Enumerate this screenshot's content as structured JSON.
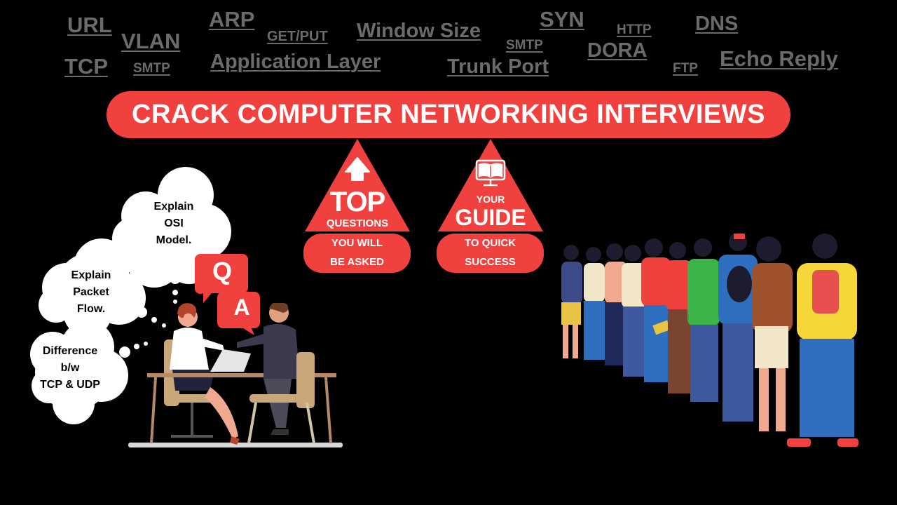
{
  "keywords": {
    "url": "URL",
    "vlan": "VLAN",
    "arp": "ARP",
    "get_put": "GET/PUT",
    "window_size": "Window Size",
    "syn": "SYN",
    "http": "HTTP",
    "dns": "DNS",
    "tcp": "TCP",
    "smtp_left": "SMTP",
    "application_layer": "Application Layer",
    "smtp_right": "SMTP",
    "trunk_port": "Trunk Port",
    "dora": "DORA",
    "ftp": "FTP",
    "echo_reply": "Echo Reply"
  },
  "banner": {
    "title": "CRACK COMPUTER NETWORKING INTERVIEWS"
  },
  "top_questions": {
    "big": "TOP",
    "small": "QUESTIONS",
    "pill_line1": "YOU WILL",
    "pill_line2": "BE ASKED"
  },
  "your_guide": {
    "small": "YOUR",
    "big": "GUIDE",
    "pill_line1": "TO QUICK",
    "pill_line2": "SUCCESS"
  },
  "clouds": {
    "osi": [
      "Explain",
      "OSI",
      "Model."
    ],
    "packet": [
      "Explain",
      "Packet",
      "Flow."
    ],
    "tcpudp": [
      "Difference",
      "b/w",
      "TCP & UDP"
    ]
  },
  "qa": {
    "q": "Q",
    "a": "A"
  },
  "colors": {
    "accent": "#f0413f",
    "keyword_gray": "#6b6b6b",
    "background": "#000000"
  }
}
